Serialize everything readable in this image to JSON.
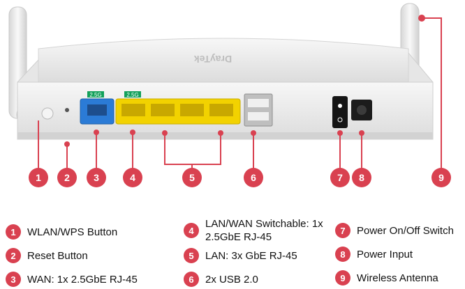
{
  "colors": {
    "callout": "#d94150",
    "lan_port": "#f2d200",
    "wan_port": "#2b7bd6",
    "chassis": "#ececec"
  },
  "device": {
    "port_badges": [
      "2.5G",
      "2.5G"
    ],
    "brand_text": "DrayTek"
  },
  "callouts": [
    "1",
    "2",
    "3",
    "4",
    "5",
    "6",
    "7",
    "8",
    "9"
  ],
  "legend": [
    {
      "num": "1",
      "text": "WLAN/WPS Button"
    },
    {
      "num": "2",
      "text": "Reset Button"
    },
    {
      "num": "3",
      "text": "WAN: 1x 2.5GbE RJ-45"
    },
    {
      "num": "4",
      "text": "LAN/WAN Switchable: 1x 2.5GbE RJ-45"
    },
    {
      "num": "5",
      "text": "LAN: 3x GbE RJ-45"
    },
    {
      "num": "6",
      "text": "2x USB 2.0"
    },
    {
      "num": "7",
      "text": "Power On/Off Switch"
    },
    {
      "num": "8",
      "text": "Power Input"
    },
    {
      "num": "9",
      "text": "Wireless Antenna"
    }
  ]
}
